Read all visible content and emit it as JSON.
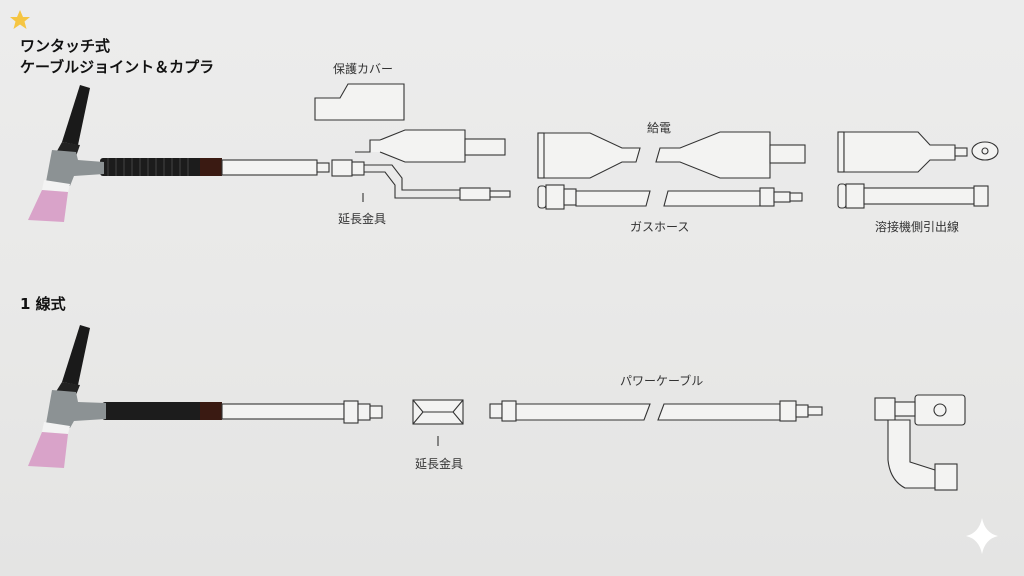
{
  "section1": {
    "title_line1": "ワンタッチ式",
    "title_line2": "ケーブルジョイント＆カプラ",
    "labels": {
      "protective_cover": "保護カバー",
      "extension_fitting": "延長金具",
      "power_feed": "給電",
      "gas_hose": "ガスホース",
      "welder_lead": "溶接機側引出線"
    }
  },
  "section2": {
    "title": "1 線式",
    "labels": {
      "power_cable": "パワーケーブル",
      "extension_fitting": "延長金具"
    }
  },
  "colors": {
    "star": "#f5c542",
    "nozzle": "#d9a3c9",
    "torch_body": "#8c9294",
    "cable": "#1c1c1c"
  }
}
